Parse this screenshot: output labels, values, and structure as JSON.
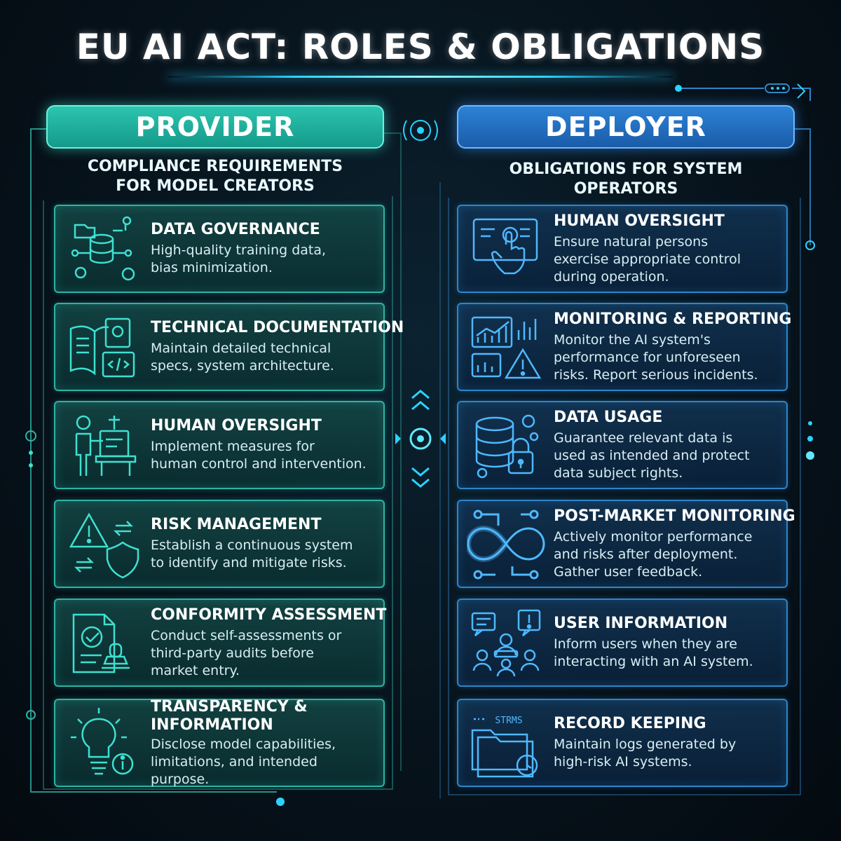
{
  "title": "EU AI ACT: ROLES & OBLIGATIONS",
  "provider": {
    "header": "PROVIDER",
    "subtitle_line1": "COMPLIANCE REQUIREMENTS",
    "subtitle_line2": "FOR MODEL CREATORS",
    "items": [
      {
        "title": "DATA GOVERNANCE",
        "line1": "High-quality training data,",
        "line2": "bias minimization.",
        "line3": "",
        "icon": "database-network-icon"
      },
      {
        "title": "TECHNICAL DOCUMENTATION",
        "line1": "Maintain detailed technical",
        "line2": "specs, system architecture.",
        "line3": "",
        "icon": "documentation-icon"
      },
      {
        "title": "HUMAN OVERSIGHT",
        "line1": "Implement measures for",
        "line2": "human control and intervention.",
        "line3": "",
        "icon": "operator-console-icon"
      },
      {
        "title": "RISK MANAGEMENT",
        "line1": "Establish a continuous system",
        "line2": "to identify and mitigate risks.",
        "line3": "",
        "icon": "warning-shield-icon"
      },
      {
        "title": "CONFORMITY ASSESSMENT",
        "line1": "Conduct self-assessments or",
        "line2": "third-party audits before",
        "line3": "market entry.",
        "icon": "checklist-stamp-icon"
      },
      {
        "title": "TRANSPARENCY &",
        "title2": "INFORMATION",
        "line1": "Disclose model capabilities,",
        "line2": "limitations, and intended purpose.",
        "line3": "",
        "icon": "lightbulb-info-icon"
      }
    ]
  },
  "deployer": {
    "header": "DEPLOYER",
    "subtitle_line1": "OBLIGATIONS FOR SYSTEM OPERATORS",
    "items": [
      {
        "title": "HUMAN OVERSIGHT",
        "line1": "Ensure natural persons",
        "line2": "exercise appropriate control",
        "line3": "during operation.",
        "icon": "touch-screen-icon"
      },
      {
        "title": "MONITORING & REPORTING",
        "line1": "Monitor the AI system's",
        "line2": "performance for unforeseen",
        "line3": "risks. Report serious incidents.",
        "icon": "chart-warning-icon"
      },
      {
        "title": "DATA USAGE",
        "line1": "Guarantee relevant data is",
        "line2": "used as intended and protect",
        "line3": "data subject rights.",
        "icon": "database-lock-icon"
      },
      {
        "title": "POST-MARKET MONITORING",
        "line1": "Actively monitor performance",
        "line2": "and risks after deployment.",
        "line3": "Gather user feedback.",
        "icon": "infinity-loop-icon"
      },
      {
        "title": "USER INFORMATION",
        "line1": "Inform users when they are",
        "line2": "interacting with an AI system.",
        "line3": "",
        "icon": "users-chat-icon"
      },
      {
        "title": "RECORD KEEPING",
        "line1": "Maintain logs generated by",
        "line2": "high-risk AI systems.",
        "line3": "",
        "icon": "folder-clock-icon",
        "icon_label": "STRMS"
      }
    ]
  },
  "colors": {
    "provider_accent": "#2fb3a4",
    "deployer_accent": "#2f85c8",
    "glow": "#2ad3ff"
  }
}
